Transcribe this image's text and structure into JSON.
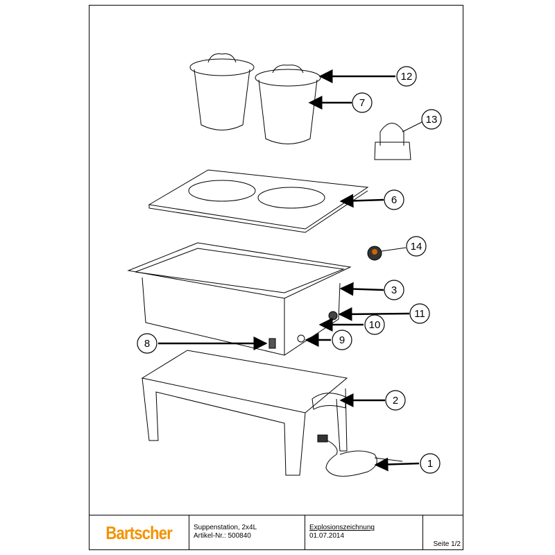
{
  "brand": "Bartscher",
  "product": {
    "name": "Suppenstation, 2x4L",
    "article": "Artikel-Nr.: 500840"
  },
  "document": {
    "type": "Explosionszeichnung",
    "date": "01.07.2014"
  },
  "page": "Seite 1/2",
  "callouts": {
    "c1": "1",
    "c2": "2",
    "c3": "3",
    "c6": "6",
    "c7": "7",
    "c8": "8",
    "c9": "9",
    "c10": "10",
    "c11": "11",
    "c12": "12",
    "c13": "13",
    "c14": "14"
  },
  "colors": {
    "brand": "#f39200",
    "line": "#000000"
  }
}
